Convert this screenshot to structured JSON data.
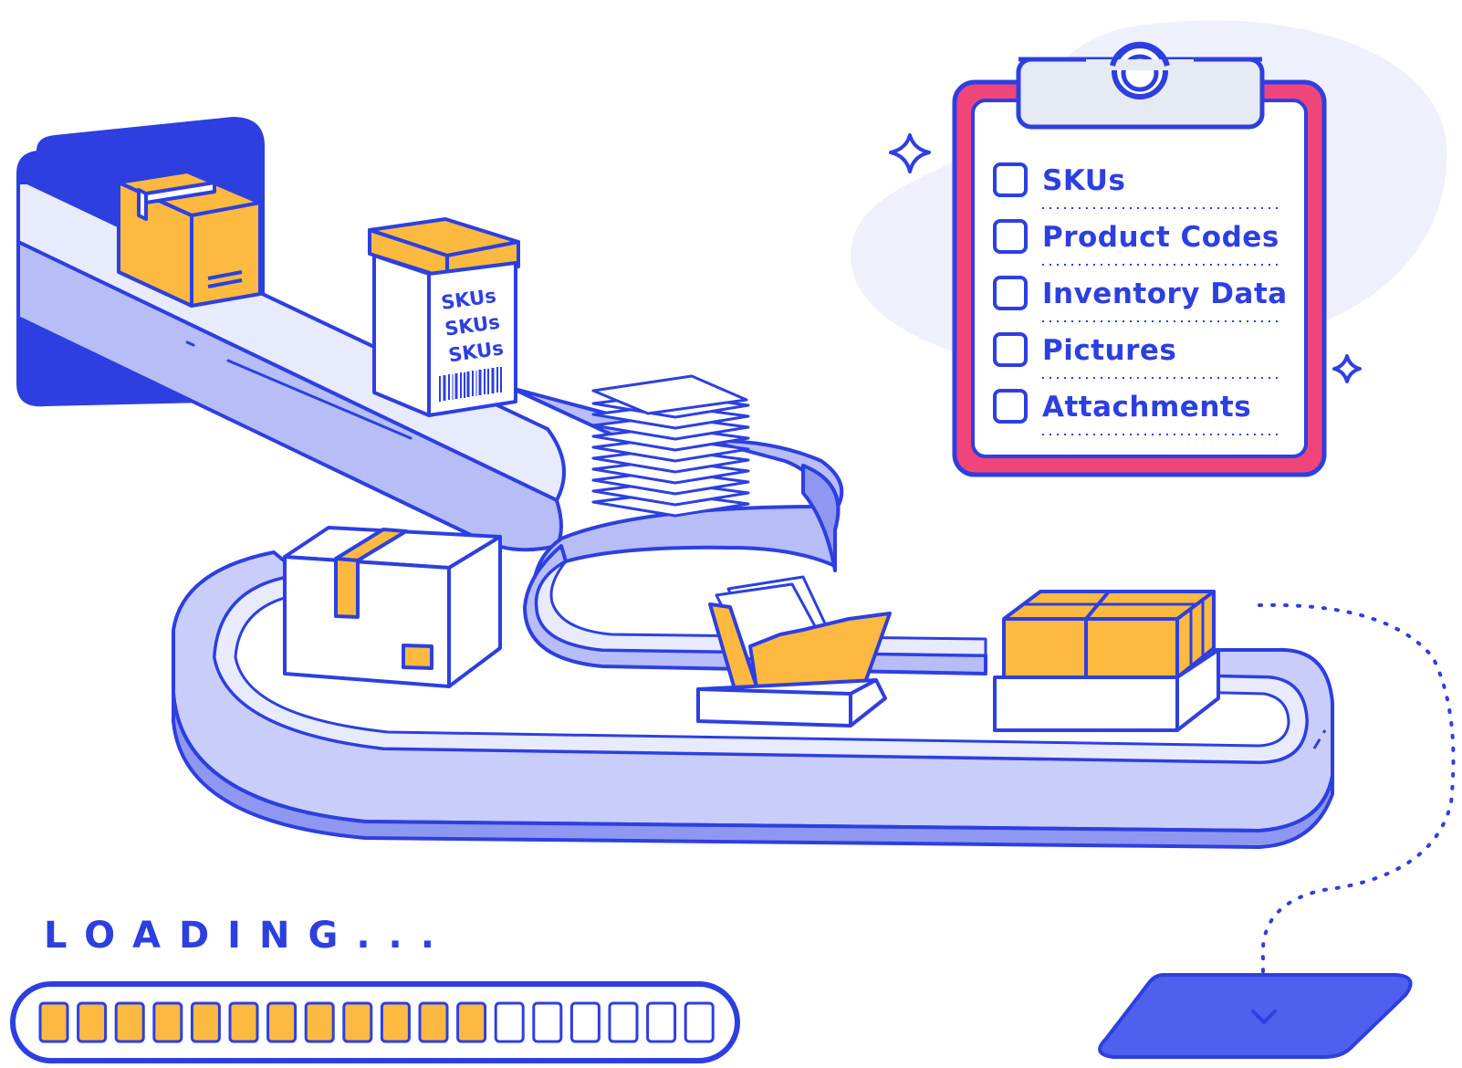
{
  "colors": {
    "primary": "#2d3fe0",
    "belt_light": "#b7bdf7",
    "belt_pale": "#e8eafd",
    "box_orange": "#fdb940",
    "clipboard_red": "#f0457a",
    "clip_gray": "#e6eaf2",
    "blob": "#eef0fc",
    "target_pad": "#5060ee"
  },
  "box_label": {
    "lines": [
      "SKUs",
      "SKUs",
      "SKUs"
    ],
    "barcode_icon": "barcode-icon"
  },
  "checklist": {
    "items": [
      {
        "label": "SKUs",
        "checked": false
      },
      {
        "label": "Product Codes",
        "checked": false
      },
      {
        "label": "Inventory Data",
        "checked": false
      },
      {
        "label": "Pictures",
        "checked": false
      },
      {
        "label": "Attachments",
        "checked": false
      }
    ]
  },
  "loading": {
    "label": "LOADING...",
    "segments_total": 18,
    "segments_filled": 12
  }
}
